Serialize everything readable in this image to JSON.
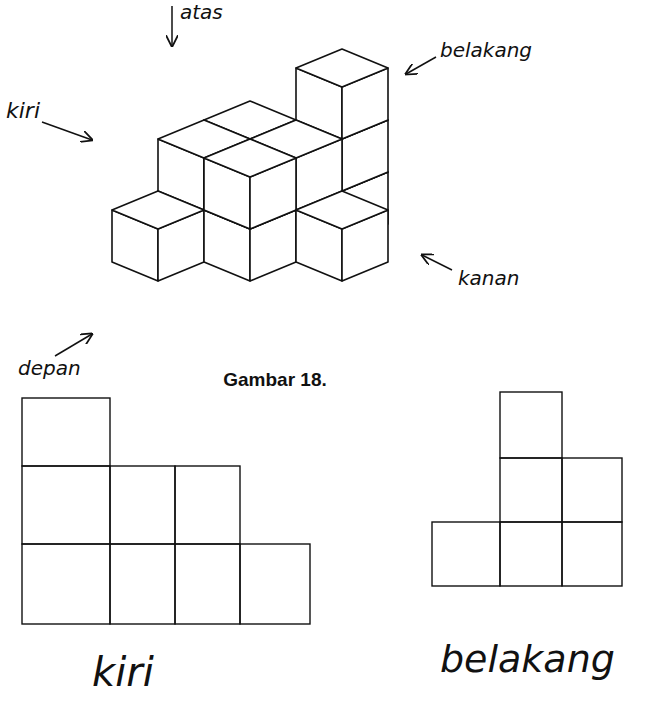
{
  "diagram": {
    "caption": "Gambar 18.",
    "labels": [
      "atas",
      "belakang",
      "kiri",
      "kanan",
      "depan",
      "kiri",
      "belakang"
    ]
  }
}
